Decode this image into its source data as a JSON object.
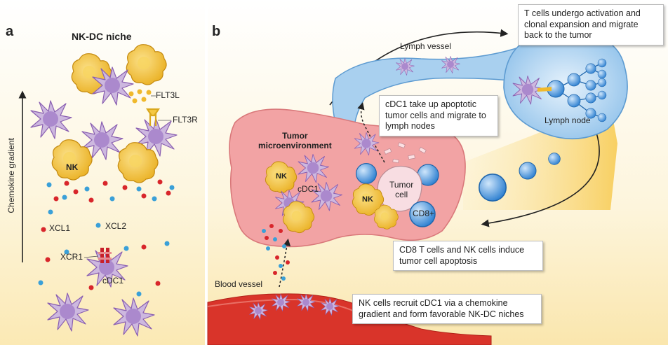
{
  "panel_a": {
    "letter": "a",
    "title": "NK-DC niche",
    "flt3l": "FLT3L",
    "flt3r": "FLT3R",
    "nk": "NK",
    "axis": "Chemokine gradient",
    "xcl1": "XCL1",
    "xcl2": "XCL2",
    "xcr1": "XCR1",
    "cdc1": "cDC1"
  },
  "panel_b": {
    "letter": "b",
    "lymph_vessel": "Lymph vessel",
    "lymph_node": "Lymph node",
    "tumor_env": "Tumor\nmicroenvironment",
    "nk_1": "NK",
    "cdc1": "cDC1",
    "nk_2": "NK",
    "tumor_cell": "Tumor\ncell",
    "cd8": "CD8+",
    "blood_vessel": "Blood vessel",
    "box_tcells": "T cells undergo activation and clonal  expansion and migrate back to the tumor",
    "box_cdc1": "cDC1 take up apoptotic tumor  cells and migrate to lymph nodes",
    "box_cd8": "CD8 T cells and NK cells induce tumor cell apoptosis",
    "box_nk": "NK cells recruit cDC1 via a chemokine gradient and form favorable NK-DC niches"
  },
  "colors": {
    "nk_yellow": "#f3c33a",
    "dc_purple": "#c9b3dc",
    "tumor_pink": "#f2a3a4",
    "lymph_blue": "#8ec0e8",
    "tcell_blue": "#3e8fd8",
    "vessel_red": "#d9342a",
    "xcl1_red": "#d8262b",
    "xcl2_blue": "#3aa0d8"
  }
}
